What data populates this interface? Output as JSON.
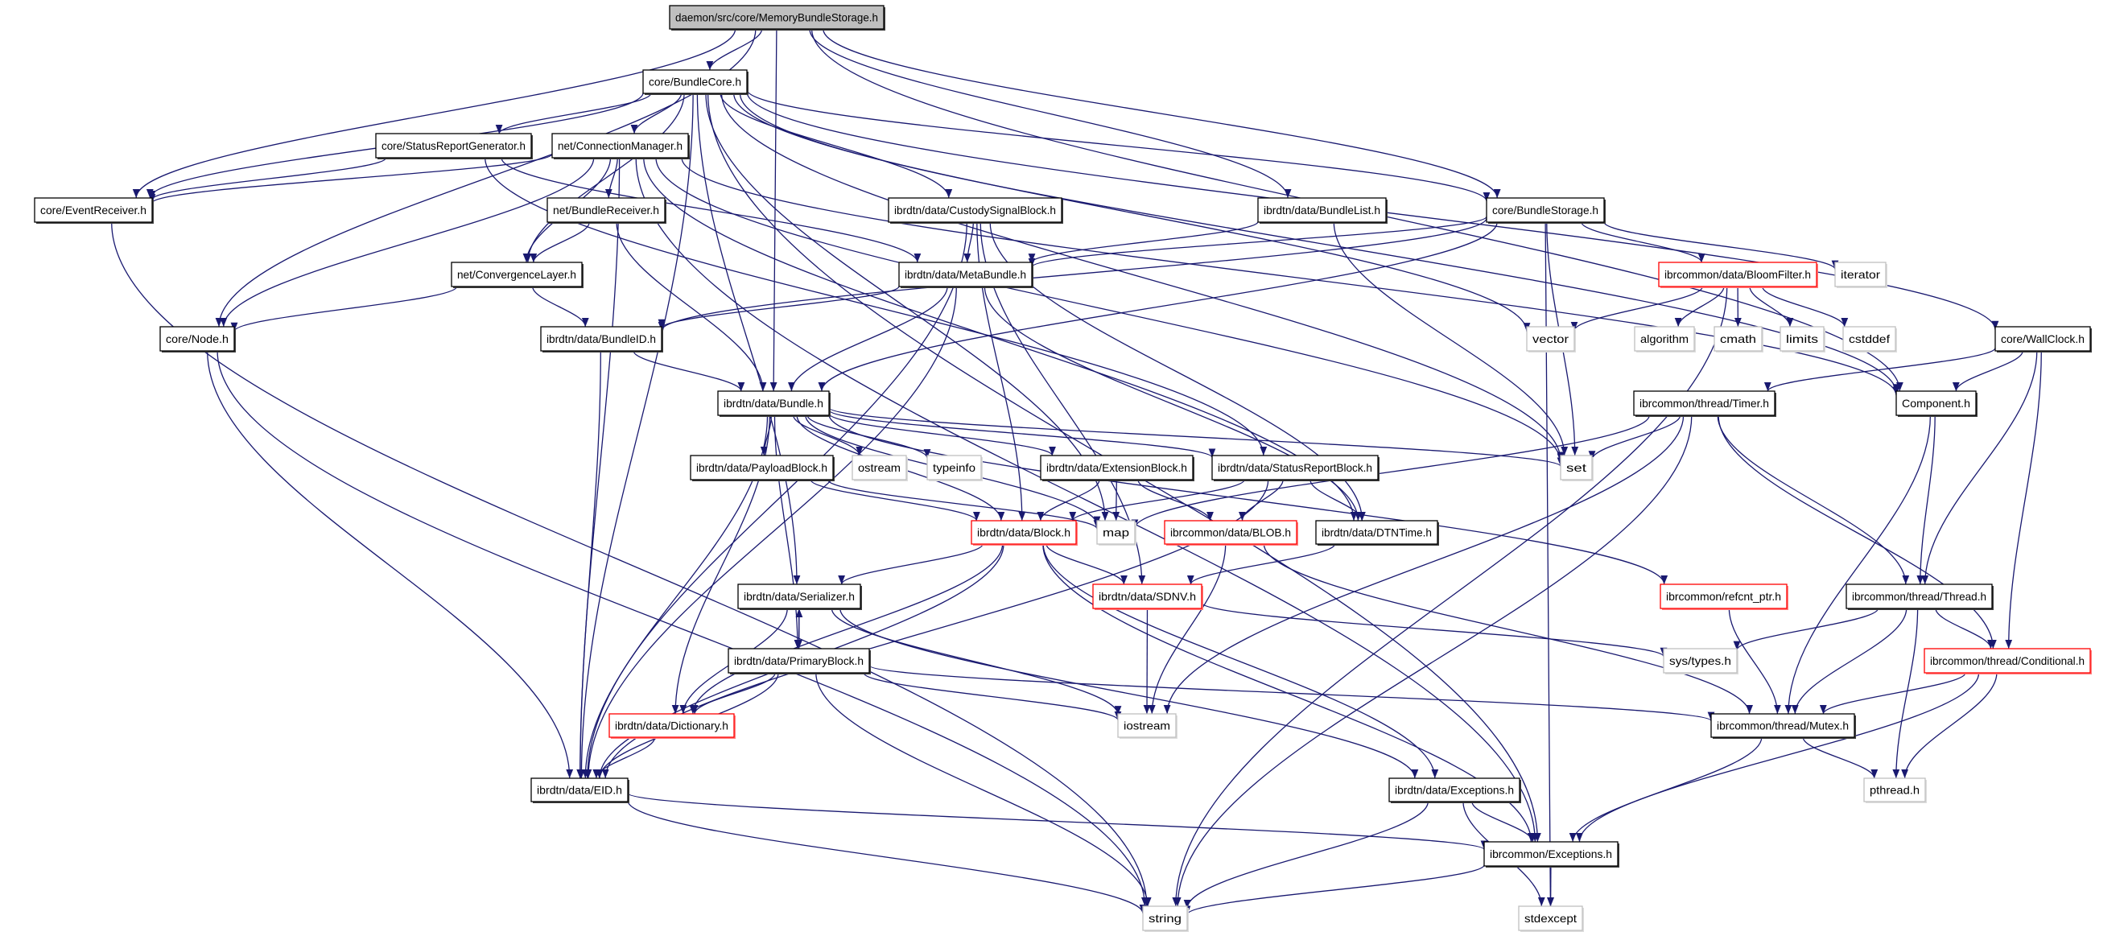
{
  "graph": {
    "edge_color": "#191970",
    "node_border_colors": {
      "normal": "#000000",
      "external": "#bfbfbf",
      "truncated": "#ff0000",
      "root_fill": "#bfbfbf"
    },
    "nodes": {
      "mbs": {
        "label": "daemon/src/core/MemoryBundleStorage.h",
        "kind": "root"
      },
      "bundlecore": {
        "label": "core/BundleCore.h",
        "kind": "normal"
      },
      "srg": {
        "label": "core/StatusReportGenerator.h",
        "kind": "normal"
      },
      "connmgr": {
        "label": "net/ConnectionManager.h",
        "kind": "normal"
      },
      "eventrecv": {
        "label": "core/EventReceiver.h",
        "kind": "normal"
      },
      "bundlerecv": {
        "label": "net/BundleReceiver.h",
        "kind": "normal"
      },
      "custody": {
        "label": "ibrdtn/data/CustodySignalBlock.h",
        "kind": "normal"
      },
      "bundlelist": {
        "label": "ibrdtn/data/BundleList.h",
        "kind": "normal"
      },
      "bundlestorage": {
        "label": "core/BundleStorage.h",
        "kind": "normal"
      },
      "convlayer": {
        "label": "net/ConvergenceLayer.h",
        "kind": "normal"
      },
      "metabundle": {
        "label": "ibrdtn/data/MetaBundle.h",
        "kind": "normal"
      },
      "bloom": {
        "label": "ibrcommon/data/BloomFilter.h",
        "kind": "truncated"
      },
      "iterator": {
        "label": "iterator",
        "kind": "external"
      },
      "node": {
        "label": "core/Node.h",
        "kind": "normal"
      },
      "bundleid": {
        "label": "ibrdtn/data/BundleID.h",
        "kind": "normal"
      },
      "vector": {
        "label": "vector",
        "kind": "external"
      },
      "algorithm": {
        "label": "algorithm",
        "kind": "external"
      },
      "cmath": {
        "label": "cmath",
        "kind": "external"
      },
      "limits": {
        "label": "limits",
        "kind": "external"
      },
      "cstddef": {
        "label": "cstddef",
        "kind": "external"
      },
      "wallclock": {
        "label": "core/WallClock.h",
        "kind": "normal"
      },
      "bundle": {
        "label": "ibrdtn/data/Bundle.h",
        "kind": "normal"
      },
      "timer": {
        "label": "ibrcommon/thread/Timer.h",
        "kind": "normal"
      },
      "component": {
        "label": "Component.h",
        "kind": "normal"
      },
      "payload": {
        "label": "ibrdtn/data/PayloadBlock.h",
        "kind": "normal"
      },
      "ostream": {
        "label": "ostream",
        "kind": "external"
      },
      "typeinfo": {
        "label": "typeinfo",
        "kind": "external"
      },
      "extblock": {
        "label": "ibrdtn/data/ExtensionBlock.h",
        "kind": "normal"
      },
      "srblock": {
        "label": "ibrdtn/data/StatusReportBlock.h",
        "kind": "normal"
      },
      "set": {
        "label": "set",
        "kind": "external"
      },
      "block": {
        "label": "ibrdtn/data/Block.h",
        "kind": "truncated"
      },
      "map": {
        "label": "map",
        "kind": "external"
      },
      "blob": {
        "label": "ibrcommon/data/BLOB.h",
        "kind": "truncated"
      },
      "dtntime": {
        "label": "ibrdtn/data/DTNTime.h",
        "kind": "normal"
      },
      "serializer": {
        "label": "ibrdtn/data/Serializer.h",
        "kind": "normal"
      },
      "sdnv": {
        "label": "ibrdtn/data/SDNV.h",
        "kind": "truncated"
      },
      "refcnt": {
        "label": "ibrcommon/refcnt_ptr.h",
        "kind": "truncated"
      },
      "thread": {
        "label": "ibrcommon/thread/Thread.h",
        "kind": "normal"
      },
      "primary": {
        "label": "ibrdtn/data/PrimaryBlock.h",
        "kind": "normal"
      },
      "systypes": {
        "label": "sys/types.h",
        "kind": "external"
      },
      "conditional": {
        "label": "ibrcommon/thread/Conditional.h",
        "kind": "truncated"
      },
      "dictionary": {
        "label": "ibrdtn/data/Dictionary.h",
        "kind": "truncated"
      },
      "iostream": {
        "label": "iostream",
        "kind": "external"
      },
      "mutex": {
        "label": "ibrcommon/thread/Mutex.h",
        "kind": "normal"
      },
      "eid": {
        "label": "ibrdtn/data/EID.h",
        "kind": "normal"
      },
      "dtnexc": {
        "label": "ibrdtn/data/Exceptions.h",
        "kind": "normal"
      },
      "pthread": {
        "label": "pthread.h",
        "kind": "external"
      },
      "commonexc": {
        "label": "ibrcommon/Exceptions.h",
        "kind": "normal"
      },
      "string": {
        "label": "string",
        "kind": "external"
      },
      "stdexcept": {
        "label": "stdexcept",
        "kind": "external"
      }
    },
    "edges": [
      [
        "mbs",
        "bundlecore"
      ],
      [
        "mbs",
        "eventrecv"
      ],
      [
        "mbs",
        "node"
      ],
      [
        "mbs",
        "bundle"
      ],
      [
        "mbs",
        "bundlelist"
      ],
      [
        "mbs",
        "bundlestorage"
      ],
      [
        "mbs",
        "component"
      ],
      [
        "bundlecore",
        "eventrecv"
      ],
      [
        "bundlecore",
        "srg"
      ],
      [
        "bundlecore",
        "connmgr"
      ],
      [
        "bundlecore",
        "convlayer"
      ],
      [
        "bundlecore",
        "custody"
      ],
      [
        "bundlecore",
        "eid"
      ],
      [
        "bundlecore",
        "serializer"
      ],
      [
        "bundlecore",
        "bundlestorage"
      ],
      [
        "bundlecore",
        "set"
      ],
      [
        "bundlecore",
        "vector"
      ],
      [
        "bundlecore",
        "component"
      ],
      [
        "bundlecore",
        "wallclock"
      ],
      [
        "bundlecore",
        "map"
      ],
      [
        "bundlecore",
        "commonexc"
      ],
      [
        "srg",
        "eventrecv"
      ],
      [
        "srg",
        "metabundle"
      ],
      [
        "srg",
        "srblock"
      ],
      [
        "connmgr",
        "eventrecv"
      ],
      [
        "connmgr",
        "node"
      ],
      [
        "connmgr",
        "bundlerecv"
      ],
      [
        "connmgr",
        "convlayer"
      ],
      [
        "connmgr",
        "eid"
      ],
      [
        "connmgr",
        "set"
      ],
      [
        "connmgr",
        "dtntime"
      ],
      [
        "connmgr",
        "commonexc"
      ],
      [
        "connmgr",
        "component"
      ],
      [
        "bundlerecv",
        "convlayer"
      ],
      [
        "bundlerecv",
        "bundle"
      ],
      [
        "convlayer",
        "node"
      ],
      [
        "convlayer",
        "bundleid"
      ],
      [
        "custody",
        "metabundle"
      ],
      [
        "custody",
        "block"
      ],
      [
        "custody",
        "eid"
      ],
      [
        "custody",
        "sdnv"
      ],
      [
        "custody",
        "dtntime"
      ],
      [
        "bundlelist",
        "metabundle"
      ],
      [
        "bundlelist",
        "set"
      ],
      [
        "bundlestorage",
        "metabundle"
      ],
      [
        "bundlestorage",
        "bundleid"
      ],
      [
        "bundlestorage",
        "bundle"
      ],
      [
        "bundlestorage",
        "set"
      ],
      [
        "bundlestorage",
        "bloom"
      ],
      [
        "bundlestorage",
        "iterator"
      ],
      [
        "bundlestorage",
        "stdexcept"
      ],
      [
        "bloom",
        "vector"
      ],
      [
        "bloom",
        "algorithm"
      ],
      [
        "bloom",
        "cmath"
      ],
      [
        "bloom",
        "limits"
      ],
      [
        "bloom",
        "cstddef"
      ],
      [
        "bloom",
        "string"
      ],
      [
        "metabundle",
        "bundleid"
      ],
      [
        "metabundle",
        "bundle"
      ],
      [
        "metabundle",
        "eid"
      ],
      [
        "metabundle",
        "dtntime"
      ],
      [
        "bundleid",
        "bundle"
      ],
      [
        "bundleid",
        "eid"
      ],
      [
        "node",
        "eid"
      ],
      [
        "node",
        "string"
      ],
      [
        "eventrecv",
        "string"
      ],
      [
        "bundle",
        "eid"
      ],
      [
        "bundle",
        "payload"
      ],
      [
        "bundle",
        "ostream"
      ],
      [
        "bundle",
        "typeinfo"
      ],
      [
        "bundle",
        "extblock"
      ],
      [
        "bundle",
        "srblock"
      ],
      [
        "bundle",
        "set"
      ],
      [
        "bundle",
        "refcnt"
      ],
      [
        "bundle",
        "map"
      ],
      [
        "bundle",
        "dictionary"
      ],
      [
        "bundle",
        "primary"
      ],
      [
        "bundle",
        "block"
      ],
      [
        "payload",
        "block"
      ],
      [
        "payload",
        "map"
      ],
      [
        "extblock",
        "block"
      ],
      [
        "extblock",
        "map"
      ],
      [
        "extblock",
        "blob"
      ],
      [
        "srblock",
        "block"
      ],
      [
        "srblock",
        "blob"
      ],
      [
        "srblock",
        "dtntime"
      ],
      [
        "srblock",
        "eid"
      ],
      [
        "block",
        "serializer"
      ],
      [
        "block",
        "sdnv"
      ],
      [
        "block",
        "dictionary"
      ],
      [
        "block",
        "eid"
      ],
      [
        "block",
        "dtnexc"
      ],
      [
        "block",
        "commonexc"
      ],
      [
        "serializer",
        "primary"
      ],
      [
        "serializer",
        "dictionary"
      ],
      [
        "serializer",
        "iostream"
      ],
      [
        "serializer",
        "dtnexc"
      ],
      [
        "primary",
        "serializer"
      ],
      [
        "primary",
        "dictionary"
      ],
      [
        "primary",
        "eid"
      ],
      [
        "primary",
        "iostream"
      ],
      [
        "primary",
        "string"
      ],
      [
        "primary",
        "mutex"
      ],
      [
        "dictionary",
        "eid"
      ],
      [
        "eid",
        "string"
      ],
      [
        "eid",
        "commonexc"
      ],
      [
        "sdnv",
        "iostream"
      ],
      [
        "sdnv",
        "systypes"
      ],
      [
        "blob",
        "iostream"
      ],
      [
        "blob",
        "mutex"
      ],
      [
        "dtntime",
        "sdnv"
      ],
      [
        "refcnt",
        "mutex"
      ],
      [
        "wallclock",
        "timer"
      ],
      [
        "wallclock",
        "component"
      ],
      [
        "wallclock",
        "thread"
      ],
      [
        "wallclock",
        "conditional"
      ],
      [
        "timer",
        "set"
      ],
      [
        "timer",
        "map"
      ],
      [
        "timer",
        "iostream"
      ],
      [
        "timer",
        "string"
      ],
      [
        "timer",
        "thread"
      ],
      [
        "timer",
        "conditional"
      ],
      [
        "component",
        "thread"
      ],
      [
        "component",
        "mutex"
      ],
      [
        "thread",
        "systypes"
      ],
      [
        "thread",
        "mutex"
      ],
      [
        "thread",
        "pthread"
      ],
      [
        "thread",
        "conditional"
      ],
      [
        "conditional",
        "mutex"
      ],
      [
        "conditional",
        "pthread"
      ],
      [
        "conditional",
        "commonexc"
      ],
      [
        "mutex",
        "pthread"
      ],
      [
        "mutex",
        "commonexc"
      ],
      [
        "dtnexc",
        "commonexc"
      ],
      [
        "dtnexc",
        "string"
      ],
      [
        "dtnexc",
        "stdexcept"
      ],
      [
        "commonexc",
        "string"
      ],
      [
        "commonexc",
        "stdexcept"
      ]
    ]
  }
}
